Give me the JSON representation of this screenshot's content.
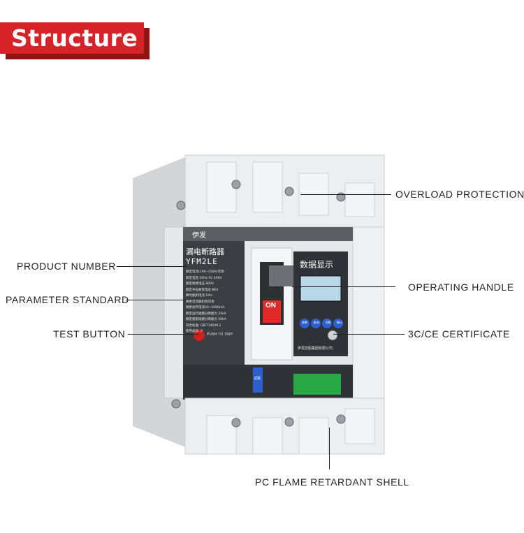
{
  "header": {
    "title": "Structure"
  },
  "labels": {
    "overload_protection": "OVERLOAD PROTECTION",
    "product_number": "PRODUCT NUMBER",
    "operating_handle": "OPERATING HANDLE",
    "parameter_standard": "PARAMETER STANDARD",
    "test_button": "TEST BUTTON",
    "certificate": "3C/CE CERTIFICATE",
    "flame_shell": "PC FLAME RETARDANT SHELL"
  },
  "device": {
    "brand": "伊发",
    "product_name": "漏电断路器",
    "model": "YFM2LE",
    "display_title": "数据显示",
    "on_label": "ON",
    "push_to_trip": "PUSH TO TRIP",
    "test_tag": "试验",
    "company": "伊发控股集团有限公司",
    "spec_lines": [
      "额定电流(100~250A)可调",
      "额定电压 50Hz AC 400V",
      "额定绝缘电压 800V",
      "额定冲击耐受电压 8KV",
      "瞬时脱扣电流 10In",
      "剩余电流脱扣值可调",
      "剩余动作电流50~1000mA",
      "额定运行短路分断能力 35kA",
      "额定极限短路分断能力 50kA",
      "符合标准: GB/T14048.2",
      "使用类别: A"
    ],
    "panel_buttons": [
      "参数",
      "查询",
      "设置",
      "确认"
    ]
  },
  "colors": {
    "banner": "#d6232a",
    "banner_shadow": "#8f1414",
    "shell": "#e9ecee",
    "button_blue": "#2e5fd0",
    "terminal_green": "#27a844"
  }
}
